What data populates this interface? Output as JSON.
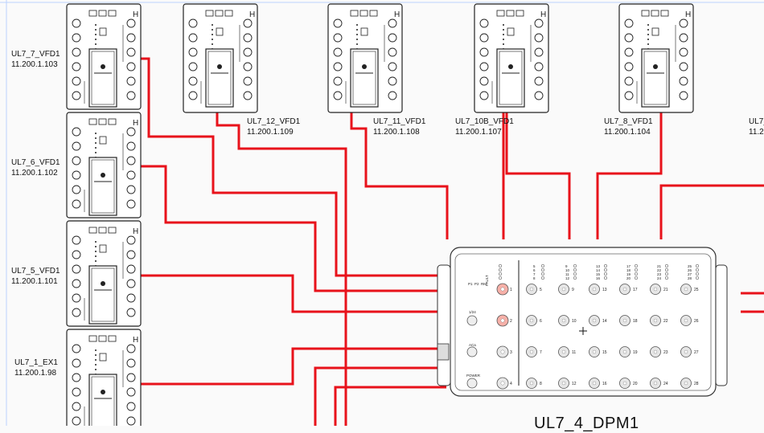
{
  "devices": [
    {
      "name": "UL7_7_VFD1",
      "ip": "11.200.1.103"
    },
    {
      "name": "UL7_6_VFD1",
      "ip": "11.200.1.102"
    },
    {
      "name": "UL7_5_VFD1",
      "ip": "11.200.1.101"
    },
    {
      "name": "UL7_1_EX1",
      "ip": "11.200.1.98"
    },
    {
      "name": "UL7_12_VFD1",
      "ip": "11.200.1.109"
    },
    {
      "name": "UL7_11_VFD1",
      "ip": "11.200.1.108"
    },
    {
      "name": "UL7_10B_VFD1",
      "ip": "11.200.1.107"
    },
    {
      "name": "UL7_8_VFD1",
      "ip": "11.200.1.104"
    },
    {
      "name": "UL7_",
      "ip": "11.2"
    }
  ],
  "dpm": {
    "title": "UL7_4_DPM1",
    "status_labels": [
      "P1",
      "P2",
      "RM",
      "FAULT"
    ],
    "side_labels": [
      "1/24",
      "ACa",
      "POWER"
    ],
    "left_ports": [
      "1",
      "2",
      "3",
      "4"
    ],
    "port_columns": [
      [
        "5",
        "6",
        "7",
        "8"
      ],
      [
        "9",
        "10",
        "11",
        "12"
      ],
      [
        "13",
        "14",
        "15",
        "16"
      ],
      [
        "17",
        "18",
        "19",
        "20"
      ],
      [
        "21",
        "22",
        "23",
        "24"
      ],
      [
        "25",
        "26",
        "27",
        "28"
      ]
    ]
  },
  "colors": {
    "wire": "#e8121b",
    "outline": "#222222",
    "grid": "#bcd3ff"
  }
}
